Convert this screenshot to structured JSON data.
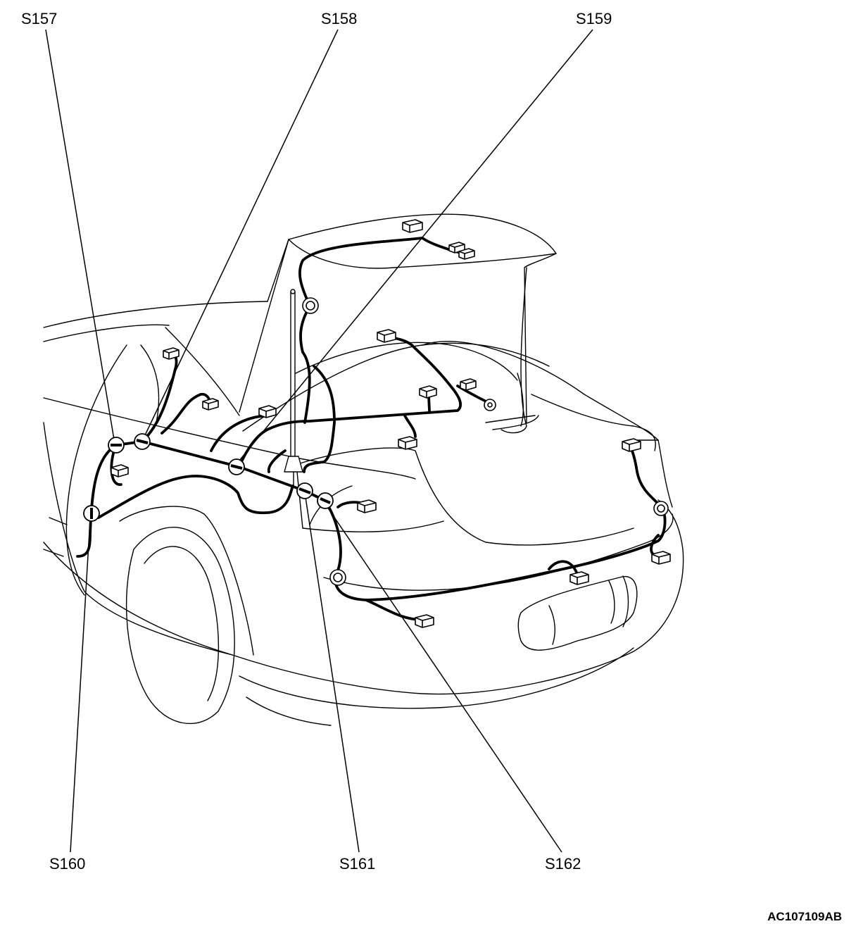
{
  "splice_labels": {
    "s157": "S157",
    "s158": "S158",
    "s159": "S159",
    "s160": "S160",
    "s161": "S161",
    "s162": "S162"
  },
  "figure_id": "AC107109AB"
}
